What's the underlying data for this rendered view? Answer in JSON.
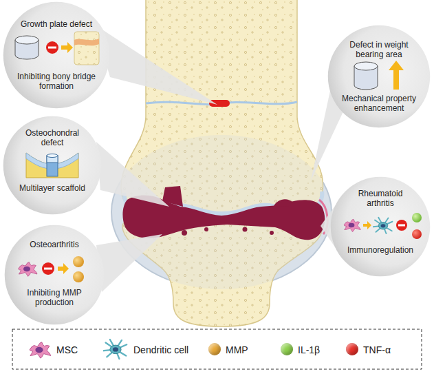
{
  "diagram": {
    "nodes": [
      {
        "text": [
          "Growth plate defect",
          "Inhibiting bony bridge formation"
        ]
      },
      {
        "text": [
          "Defect in weight bearing area",
          "Mechanical property enhancement"
        ]
      },
      {
        "text": [
          "Osteochondral defect",
          "Multilayer scaffold"
        ]
      },
      {
        "text": [
          "Rheumatoid arthritis",
          "Immunoregulation"
        ]
      },
      {
        "text": [
          "Osteoarthritis",
          "Inhibiting MMP production"
        ]
      }
    ],
    "legend": [
      {
        "text": "MSC"
      },
      {
        "text": "Dendritic cell"
      },
      {
        "text": "MMP",
        "color": "#e8a93a"
      },
      {
        "text": "IL-1β",
        "color": "#8fd14f"
      },
      {
        "text": "TNF-α",
        "color": "#e8312a"
      }
    ]
  }
}
